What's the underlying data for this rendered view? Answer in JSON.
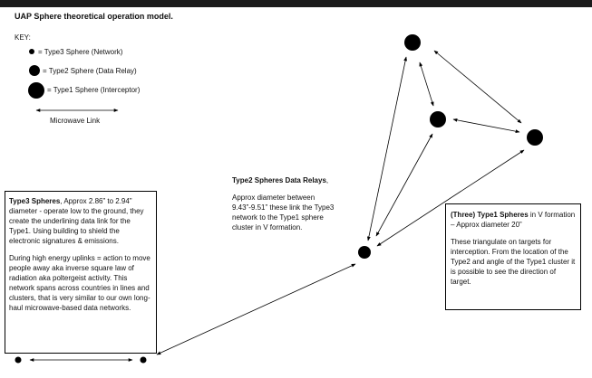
{
  "title": "UAP Sphere theoretical operation model.",
  "key": {
    "heading": "KEY:",
    "type3": "= Type3 Sphere (Network)",
    "type2": "= Type2 Sphere (Data Relay)",
    "type1": "= Type1 Sphere (Interceptor)",
    "link": "Microwave Link"
  },
  "type3_box": {
    "bold": "Type3 Spheres",
    "text1": ", Approx 2.86” to 2.94” diameter - operate low to the ground, they create the underlining data link for the Type1. Using building to shield the electronic signatures & emissions.",
    "text2": "During high energy uplinks = action to move people away aka inverse square law of radiation aka poltergeist activity. This network spans across countries in lines and clusters, that is very similar to our own long-haul microwave-based data networks."
  },
  "type2_box": {
    "bold": "Type2 Spheres Data Relays",
    "comma": ",",
    "text": "Approx diameter between 9.43”-9.51” these link the Type3 network to the Type1 sphere cluster in V formation."
  },
  "type1_box": {
    "bold": "(Three) Type1 Spheres",
    "text1": " in V formation – Approx diameter 20”",
    "text2": "These triangulate on targets for interception. From the location of the Type2 and angle of the Type1 cluster it is possible to see the direction of target."
  }
}
